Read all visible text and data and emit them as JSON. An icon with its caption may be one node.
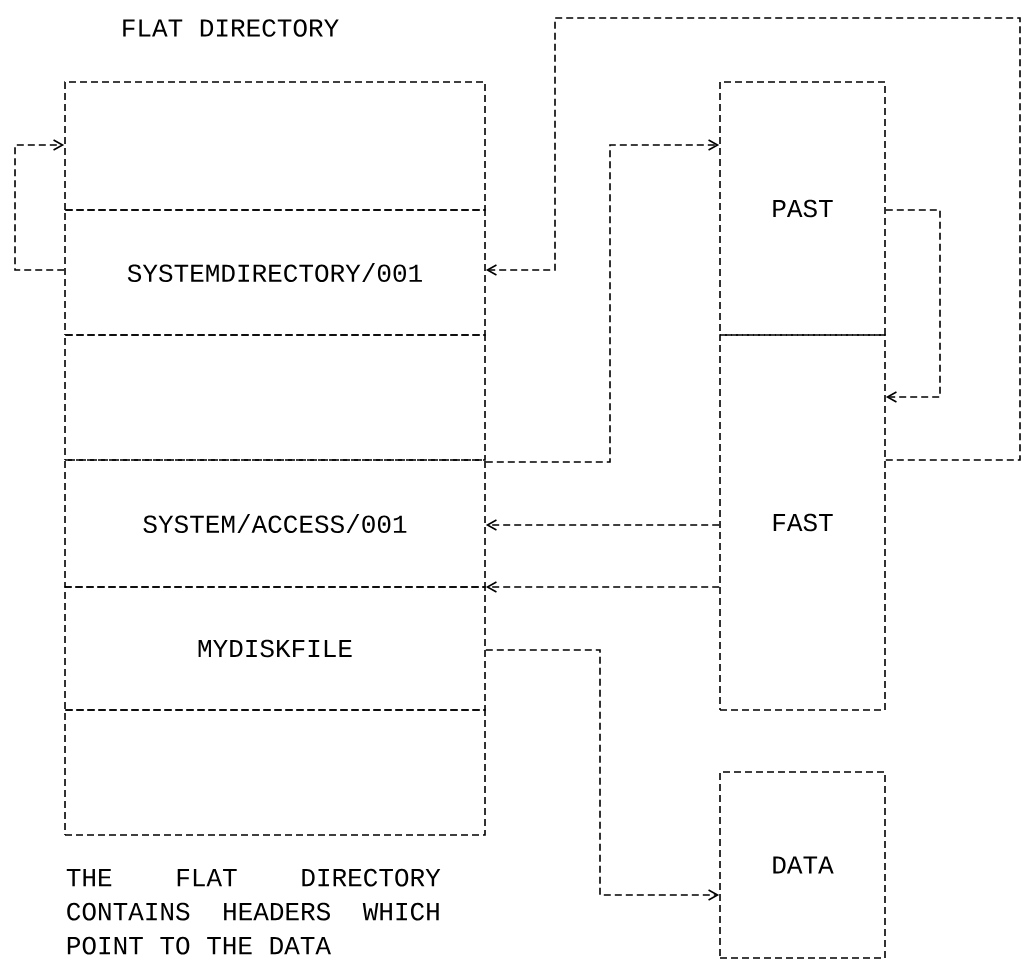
{
  "diagram": {
    "title": "FLAT DIRECTORY",
    "caption": "THE FLAT DIRECTORY CONTAINS HEADERS WHICH POINT TO THE DATA",
    "nodes": [
      {
        "text": [],
        "shape": "box"
      },
      {
        "text": [
          "SYSTEMDIRECTORY/001"
        ]
      },
      {
        "text": [],
        "shape": "box"
      },
      {
        "text": [
          "SYSTEM/ACCESS/001"
        ]
      },
      {
        "text": [
          "MYDISKFILE"
        ]
      },
      {
        "text": [],
        "shape": "box"
      },
      {
        "text": [
          "PAST"
        ]
      },
      {
        "text": [
          "FAST"
        ]
      },
      {
        "text": [
          "DATA"
        ]
      }
    ],
    "edges": [
      {
        "from": 1,
        "to": 0,
        "arrow": "to"
      },
      {
        "from": 7,
        "to": 1,
        "arrow": "to"
      },
      {
        "from": 6,
        "to": 7,
        "arrow": "to"
      },
      {
        "from": 3,
        "to": 6,
        "arrow": "to"
      },
      {
        "from": 7,
        "to": 3,
        "arrow": "to"
      },
      {
        "from": 7,
        "to": 4,
        "arrow": "to"
      },
      {
        "from": 4,
        "to": 8,
        "arrow": "to"
      }
    ]
  }
}
